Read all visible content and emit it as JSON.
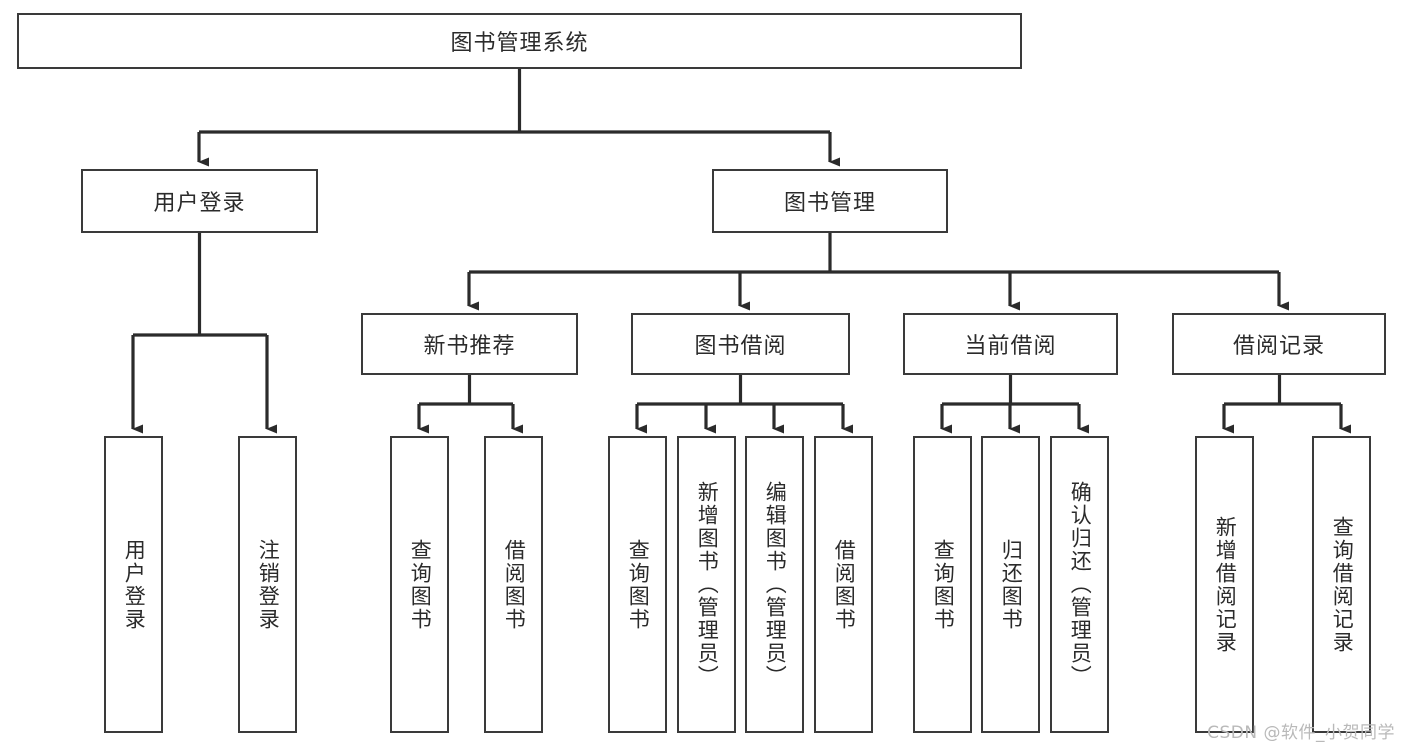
{
  "diagram": {
    "title": "图书管理系统",
    "type": "tree-hierarchy-chart",
    "root": {
      "label": "图书管理系统"
    },
    "level2": [
      {
        "label": "用户登录"
      },
      {
        "label": "图书管理"
      }
    ],
    "level3": [
      {
        "label": "新书推荐"
      },
      {
        "label": "图书借阅"
      },
      {
        "label": "当前借阅"
      },
      {
        "label": "借阅记录"
      }
    ],
    "leaves": {
      "user_login": [
        {
          "label": "用户登录"
        },
        {
          "label": "注销登录"
        }
      ],
      "new_book_recommend": [
        {
          "label": "查询图书"
        },
        {
          "label": "借阅图书"
        }
      ],
      "book_borrow": [
        {
          "label": "查询图书"
        },
        {
          "label": "新增图书（管理员）"
        },
        {
          "label": "编辑图书（管理员）"
        },
        {
          "label": "借阅图书"
        }
      ],
      "current_borrow": [
        {
          "label": "查询图书"
        },
        {
          "label": "归还图书"
        },
        {
          "label": "确认归还（管理员）"
        }
      ],
      "borrow_record": [
        {
          "label": "新增借阅记录"
        },
        {
          "label": "查询借阅记录"
        }
      ]
    }
  },
  "watermark": {
    "text": "CSDN @软件_小贺同学"
  },
  "colors": {
    "box_border": "#3a3a3a",
    "box_fill": "#ffffff",
    "text": "#2b2b2b",
    "edge": "#2b2b2b",
    "watermark": "#b9b9b9"
  }
}
